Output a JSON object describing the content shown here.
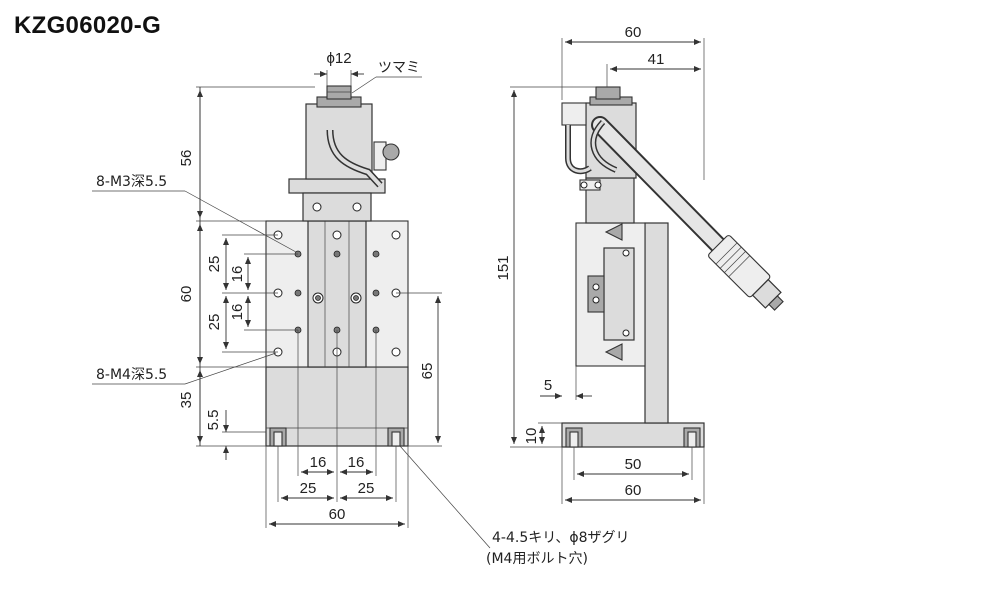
{
  "title": "KZG06020-G",
  "front_view": {
    "dims": {
      "knob_dia": "ϕ12",
      "h_top": "56",
      "h_table": "60",
      "h_base": "35",
      "h_foot": "5.5",
      "pitch_v_outer_1": "25",
      "pitch_v_outer_2": "25",
      "pitch_v_inner_1": "16",
      "pitch_v_inner_2": "16",
      "h_right": "65",
      "w_inner_1": "16",
      "w_inner_2": "16",
      "w_outer_1": "25",
      "w_outer_2": "25",
      "w_total": "60"
    },
    "labels": {
      "knob": "ツマミ",
      "m3_taps": "8-M3深5.5",
      "m4_taps": "8-M4深5.5",
      "base_holes_line1": "4-4.5キリ、ϕ8ザグリ",
      "base_holes_line2": "(M4用ボルト穴)"
    }
  },
  "side_view": {
    "dims": {
      "w_total_top": "60",
      "w_knob_offset": "41",
      "h_total": "151",
      "offset_5": "5",
      "h_base": "10",
      "w_hole_pitch": "50",
      "w_total_bottom": "60"
    }
  },
  "colors": {
    "body": "#dcdcdc",
    "dark": "#a9a9a9",
    "line": "#333333"
  }
}
